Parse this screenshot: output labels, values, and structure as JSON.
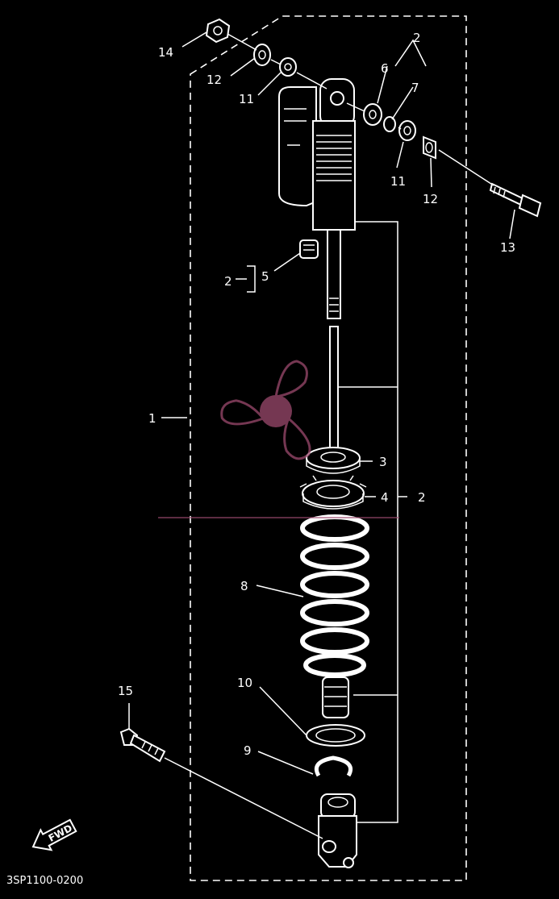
{
  "diagram": {
    "drawing_code": "3SP1100-0200",
    "fwd_label": "FWD",
    "callouts": {
      "c1": "1",
      "c2_top": "2",
      "c2_left": "2",
      "c2_right": "2",
      "c3": "3",
      "c4": "4",
      "c5": "5",
      "c6": "6",
      "c7": "7",
      "c8": "8",
      "c9": "9",
      "c10": "10",
      "c11a": "11",
      "c11b": "11",
      "c12a": "12",
      "c12b": "12",
      "c13": "13",
      "c14": "14",
      "c15": "15"
    },
    "colors": {
      "background": "#000000",
      "linework": "#ffffff",
      "watermark": "#9c4a6e"
    }
  }
}
